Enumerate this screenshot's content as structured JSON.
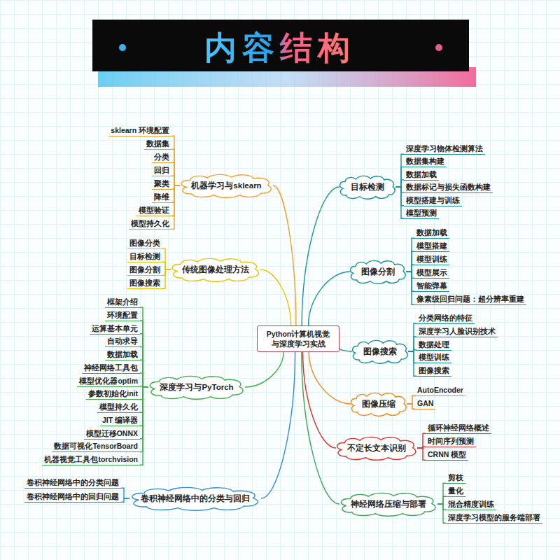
{
  "diagram": {
    "title": "内容结构",
    "nodes": [
      {
        "text": [
          "Python计算机视觉 与深度学习实战"
        ]
      },
      {
        "text": [
          "机器学习与sklearn"
        ]
      },
      {
        "text": [
          "sklearn 环境配置"
        ]
      },
      {
        "text": [
          "数据集"
        ]
      },
      {
        "text": [
          "分类"
        ]
      },
      {
        "text": [
          "回归"
        ]
      },
      {
        "text": [
          "聚类"
        ]
      },
      {
        "text": [
          "降维"
        ]
      },
      {
        "text": [
          "模型验证"
        ]
      },
      {
        "text": [
          "模型持久化"
        ]
      },
      {
        "text": [
          "传统图像处理方法"
        ]
      },
      {
        "text": [
          "图像分类"
        ]
      },
      {
        "text": [
          "目标检测"
        ]
      },
      {
        "text": [
          "图像分割"
        ]
      },
      {
        "text": [
          "图像搜索"
        ]
      },
      {
        "text": [
          "深度学习与PyTorch"
        ]
      },
      {
        "text": [
          "框架介绍"
        ]
      },
      {
        "text": [
          "环境配置"
        ]
      },
      {
        "text": [
          "运算基本单元"
        ]
      },
      {
        "text": [
          "自动求导"
        ]
      },
      {
        "text": [
          "数据加载"
        ]
      },
      {
        "text": [
          "神经网络工具包"
        ]
      },
      {
        "text": [
          "模型优化器optim"
        ]
      },
      {
        "text": [
          "参数初始化init"
        ]
      },
      {
        "text": [
          "模型持久化"
        ]
      },
      {
        "text": [
          "JIT 编译器"
        ]
      },
      {
        "text": [
          "模型迁移ONNX"
        ]
      },
      {
        "text": [
          "数据可视化TensorBoard"
        ]
      },
      {
        "text": [
          "机器视觉工具包torchvision"
        ]
      },
      {
        "text": [
          "卷积神经网络中的分类与回归"
        ]
      },
      {
        "text": [
          "卷积神经网络中的分类问题"
        ]
      },
      {
        "text": [
          "卷积神经网络中的回归问题"
        ]
      },
      {
        "text": [
          "目标检测"
        ]
      },
      {
        "text": [
          "深度学习物体检测算法"
        ]
      },
      {
        "text": [
          "数据集构建"
        ]
      },
      {
        "text": [
          "数据加载"
        ]
      },
      {
        "text": [
          "数据标记与损失函数构建"
        ]
      },
      {
        "text": [
          "模型搭建与训练"
        ]
      },
      {
        "text": [
          "模型预测"
        ]
      },
      {
        "text": [
          "图像分割"
        ]
      },
      {
        "text": [
          "数据加载"
        ]
      },
      {
        "text": [
          "模型搭建"
        ]
      },
      {
        "text": [
          "模型训练"
        ]
      },
      {
        "text": [
          "模型展示"
        ]
      },
      {
        "text": [
          "智能弹幕"
        ]
      },
      {
        "text": [
          "像素级回归问题：超分辨率重建"
        ]
      },
      {
        "text": [
          "图像搜索"
        ]
      },
      {
        "text": [
          "分类网络的特征"
        ]
      },
      {
        "text": [
          "深度学习人脸识别技术"
        ]
      },
      {
        "text": [
          "数据处理"
        ]
      },
      {
        "text": [
          "模型训练"
        ]
      },
      {
        "text": [
          "图像搜索"
        ]
      },
      {
        "text": [
          "图像压缩"
        ]
      },
      {
        "text": [
          "AutoEncoder"
        ]
      },
      {
        "text": [
          "GAN"
        ]
      },
      {
        "text": [
          "不定长文本识别"
        ]
      },
      {
        "text": [
          "循环神经网络概述"
        ]
      },
      {
        "text": [
          "时间序列预测"
        ]
      },
      {
        "text": [
          "CRNN 模型"
        ]
      },
      {
        "text": [
          "神经网络压缩与部署"
        ]
      },
      {
        "text": [
          "剪枝"
        ]
      },
      {
        "text": [
          "量化"
        ]
      },
      {
        "text": [
          "混合精度训练"
        ]
      },
      {
        "text": [
          "深度学习模型的服务端部署"
        ]
      }
    ],
    "edges": [
      {
        "from": 0,
        "to": 1,
        "arrow": "none"
      },
      {
        "from": 0,
        "to": 10,
        "arrow": "none"
      },
      {
        "from": 0,
        "to": 15,
        "arrow": "none"
      },
      {
        "from": 0,
        "to": 29,
        "arrow": "none"
      },
      {
        "from": 0,
        "to": 32,
        "arrow": "none"
      },
      {
        "from": 0,
        "to": 39,
        "arrow": "none"
      },
      {
        "from": 0,
        "to": 46,
        "arrow": "none"
      },
      {
        "from": 0,
        "to": 52,
        "arrow": "none"
      },
      {
        "from": 0,
        "to": 55,
        "arrow": "none"
      },
      {
        "from": 0,
        "to": 59,
        "arrow": "none"
      },
      {
        "from": 1,
        "to": 2,
        "arrow": "none"
      },
      {
        "from": 1,
        "to": 3,
        "arrow": "none"
      },
      {
        "from": 1,
        "to": 4,
        "arrow": "none"
      },
      {
        "from": 1,
        "to": 5,
        "arrow": "none"
      },
      {
        "from": 1,
        "to": 6,
        "arrow": "none"
      },
      {
        "from": 1,
        "to": 7,
        "arrow": "none"
      },
      {
        "from": 1,
        "to": 8,
        "arrow": "none"
      },
      {
        "from": 1,
        "to": 9,
        "arrow": "none"
      },
      {
        "from": 10,
        "to": 11,
        "arrow": "none"
      },
      {
        "from": 10,
        "to": 12,
        "arrow": "none"
      },
      {
        "from": 10,
        "to": 13,
        "arrow": "none"
      },
      {
        "from": 10,
        "to": 14,
        "arrow": "none"
      },
      {
        "from": 15,
        "to": 16,
        "arrow": "none"
      },
      {
        "from": 15,
        "to": 17,
        "arrow": "none"
      },
      {
        "from": 15,
        "to": 18,
        "arrow": "none"
      },
      {
        "from": 15,
        "to": 19,
        "arrow": "none"
      },
      {
        "from": 15,
        "to": 20,
        "arrow": "none"
      },
      {
        "from": 15,
        "to": 21,
        "arrow": "none"
      },
      {
        "from": 15,
        "to": 22,
        "arrow": "none"
      },
      {
        "from": 15,
        "to": 23,
        "arrow": "none"
      },
      {
        "from": 15,
        "to": 24,
        "arrow": "none"
      },
      {
        "from": 15,
        "to": 25,
        "arrow": "none"
      },
      {
        "from": 15,
        "to": 26,
        "arrow": "none"
      },
      {
        "from": 15,
        "to": 27,
        "arrow": "none"
      },
      {
        "from": 15,
        "to": 28,
        "arrow": "none"
      },
      {
        "from": 29,
        "to": 30,
        "arrow": "none"
      },
      {
        "from": 29,
        "to": 31,
        "arrow": "none"
      },
      {
        "from": 32,
        "to": 33,
        "arrow": "none"
      },
      {
        "from": 32,
        "to": 34,
        "arrow": "none"
      },
      {
        "from": 32,
        "to": 35,
        "arrow": "none"
      },
      {
        "from": 32,
        "to": 36,
        "arrow": "none"
      },
      {
        "from": 32,
        "to": 37,
        "arrow": "none"
      },
      {
        "from": 32,
        "to": 38,
        "arrow": "none"
      },
      {
        "from": 39,
        "to": 40,
        "arrow": "none"
      },
      {
        "from": 39,
        "to": 41,
        "arrow": "none"
      },
      {
        "from": 39,
        "to": 42,
        "arrow": "none"
      },
      {
        "from": 39,
        "to": 43,
        "arrow": "none"
      },
      {
        "from": 39,
        "to": 44,
        "arrow": "none"
      },
      {
        "from": 39,
        "to": 45,
        "arrow": "none"
      },
      {
        "from": 46,
        "to": 47,
        "arrow": "none"
      },
      {
        "from": 46,
        "to": 48,
        "arrow": "none"
      },
      {
        "from": 46,
        "to": 49,
        "arrow": "none"
      },
      {
        "from": 46,
        "to": 50,
        "arrow": "none"
      },
      {
        "from": 46,
        "to": 51,
        "arrow": "none"
      },
      {
        "from": 52,
        "to": 53,
        "arrow": "none"
      },
      {
        "from": 52,
        "to": 54,
        "arrow": "none"
      },
      {
        "from": 55,
        "to": 56,
        "arrow": "none"
      },
      {
        "from": 55,
        "to": 57,
        "arrow": "none"
      },
      {
        "from": 55,
        "to": 58,
        "arrow": "none"
      },
      {
        "from": 59,
        "to": 60,
        "arrow": "none"
      },
      {
        "from": 59,
        "to": 61,
        "arrow": "none"
      },
      {
        "from": 59,
        "to": 62,
        "arrow": "none"
      },
      {
        "from": 59,
        "to": 63,
        "arrow": "none"
      }
    ]
  }
}
